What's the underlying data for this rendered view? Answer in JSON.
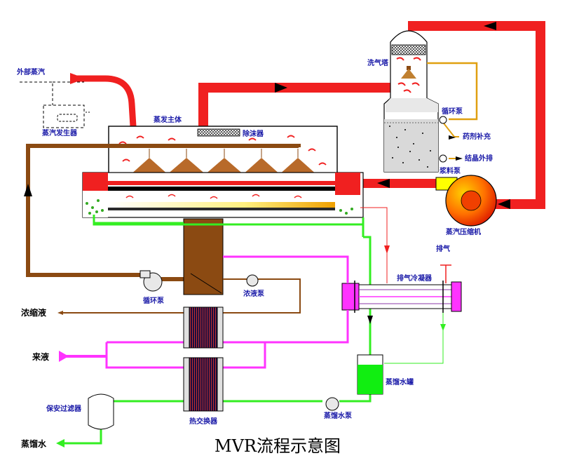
{
  "title": "MVR流程示意图",
  "labels": {
    "external_steam": "外部蒸汽",
    "steam_generator": "蒸汽发生器",
    "evaporator_main": "蒸发主体",
    "demister": "除沫器",
    "scrubber": "洗气塔",
    "scrubber_circ_pump": "循环泵",
    "reagent_feed": "药剂补充",
    "crystal_discharge": "结晶外排",
    "slurry_pump": "浆料泵",
    "steam_compressor": "蒸汽压缩机",
    "vent": "排气",
    "vent_condenser": "排气冷凝器",
    "circ_pump": "循环泵",
    "conc_pump": "浓液泵",
    "concentrate": "浓缩液",
    "feed_liquid": "来液",
    "heat_exchanger": "热交换器",
    "distilled_tank": "蒸馏水罐",
    "distilled_pump": "蒸馏水泵",
    "safety_filter": "保安过滤器",
    "distilled_water": "蒸馏水"
  },
  "colors": {
    "steam": "#f02020",
    "brown": "#8b4a12",
    "magenta": "#ff33ff",
    "green": "#33ee22",
    "gold": "#e0a010",
    "label_blue": "#1a1aa8"
  }
}
